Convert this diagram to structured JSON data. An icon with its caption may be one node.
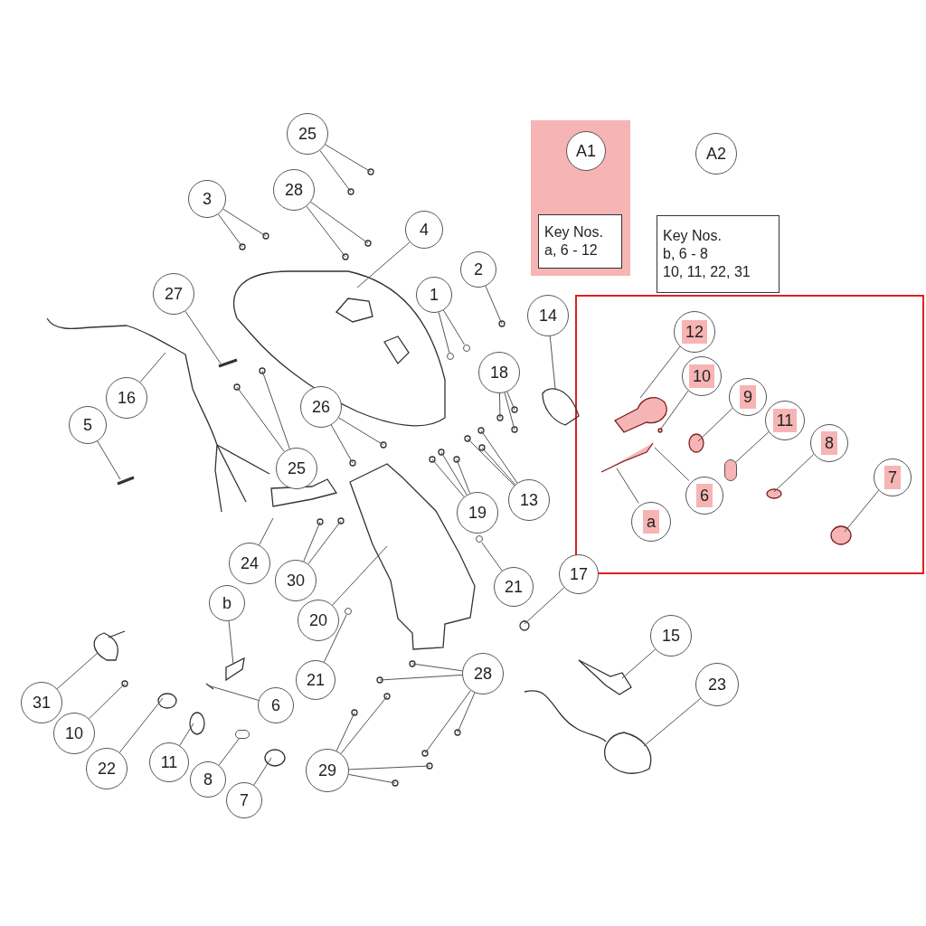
{
  "diagram": {
    "nodes": [
      {
        "text": [],
        "shape": "box"
      },
      {
        "text": [
          "A1"
        ],
        "in": 0
      },
      {
        "text": [
          "Key Nos.",
          "a, 6 - 12"
        ],
        "in": 0
      },
      {
        "text": [
          "A2"
        ]
      },
      {
        "text": [
          "Key Nos.",
          "b, 6 - 8",
          "10, 11, 22, 31"
        ]
      },
      {
        "text": [],
        "shape": "box"
      },
      {
        "text": [
          "12"
        ],
        "in": 5
      },
      {
        "text": [
          "10"
        ],
        "in": 5
      },
      {
        "text": [
          "9"
        ],
        "in": 5
      },
      {
        "text": [
          "11"
        ],
        "in": 5
      },
      {
        "text": [
          "8"
        ],
        "in": 5
      },
      {
        "text": [
          "7"
        ],
        "in": 5
      },
      {
        "text": [
          "6"
        ],
        "in": 5
      },
      {
        "text": [
          "a"
        ],
        "in": 5
      },
      {
        "text": [
          "25"
        ]
      },
      {
        "text": [
          "3"
        ]
      },
      {
        "text": [
          "28"
        ]
      },
      {
        "text": [
          "4"
        ]
      },
      {
        "text": [
          "27"
        ]
      },
      {
        "text": [
          "1"
        ]
      },
      {
        "text": [
          "2"
        ]
      },
      {
        "text": [
          "14"
        ]
      },
      {
        "text": [
          "16"
        ]
      },
      {
        "text": [
          "5"
        ]
      },
      {
        "text": [
          "18"
        ]
      },
      {
        "text": [
          "26"
        ]
      },
      {
        "text": [
          "25"
        ]
      },
      {
        "text": [
          "19"
        ]
      },
      {
        "text": [
          "13"
        ]
      },
      {
        "text": [
          "24"
        ]
      },
      {
        "text": [
          "30"
        ]
      },
      {
        "text": [
          "20"
        ]
      },
      {
        "text": [
          "21"
        ]
      },
      {
        "text": [
          "17"
        ]
      },
      {
        "text": [
          "b"
        ]
      },
      {
        "text": [
          "31"
        ]
      },
      {
        "text": [
          "10"
        ]
      },
      {
        "text": [
          "22"
        ]
      },
      {
        "text": [
          "11"
        ]
      },
      {
        "text": [
          "6"
        ]
      },
      {
        "text": [
          "21"
        ]
      },
      {
        "text": [
          "8"
        ]
      },
      {
        "text": [
          "7"
        ]
      },
      {
        "text": [
          "28"
        ]
      },
      {
        "text": [
          "29"
        ]
      },
      {
        "text": [
          "15"
        ]
      },
      {
        "text": [
          "23"
        ]
      },
      {
        "text": [],
        "shape": "circle",
        "in": 5
      },
      {
        "text": [],
        "shape": "circle"
      },
      {
        "text": [],
        "shape": "circle"
      },
      {
        "text": [],
        "shape": "circle"
      },
      {
        "text": [],
        "shape": "circle"
      },
      {
        "text": [],
        "shape": "circle"
      }
    ],
    "edges": [
      {
        "from": 6,
        "to": null,
        "arrow": "none"
      },
      {
        "from": 7,
        "to": null,
        "arrow": "none"
      },
      {
        "from": 8,
        "to": null,
        "arrow": "none"
      },
      {
        "from": 9,
        "to": 47,
        "arrow": "none"
      },
      {
        "from": 10,
        "to": null,
        "arrow": "none"
      },
      {
        "from": 11,
        "to": null,
        "arrow": "none"
      },
      {
        "from": 12,
        "to": null,
        "arrow": "none"
      },
      {
        "from": 13,
        "to": null,
        "arrow": "none"
      },
      {
        "from": 14,
        "to": null,
        "arrow": "none"
      },
      {
        "from": 14,
        "to": null,
        "arrow": "none"
      },
      {
        "from": 15,
        "to": null,
        "arrow": "none"
      },
      {
        "from": 15,
        "to": null,
        "arrow": "none"
      },
      {
        "from": 16,
        "to": null,
        "arrow": "none"
      },
      {
        "from": 16,
        "to": null,
        "arrow": "none"
      },
      {
        "from": 17,
        "to": null,
        "arrow": "none"
      },
      {
        "from": 18,
        "to": null,
        "arrow": "none"
      },
      {
        "from": 19,
        "to": 52,
        "arrow": "none"
      },
      {
        "from": 19,
        "to": 48,
        "arrow": "none"
      },
      {
        "from": 20,
        "to": null,
        "arrow": "none"
      },
      {
        "from": 21,
        "to": null,
        "arrow": "none"
      },
      {
        "from": 22,
        "to": null,
        "arrow": "none"
      },
      {
        "from": 23,
        "to": null,
        "arrow": "none"
      },
      {
        "from": 24,
        "to": null,
        "arrow": "none"
      },
      {
        "from": 24,
        "to": null,
        "arrow": "none"
      },
      {
        "from": 24,
        "to": null,
        "arrow": "none"
      },
      {
        "from": 25,
        "to": null,
        "arrow": "none"
      },
      {
        "from": 25,
        "to": null,
        "arrow": "none"
      },
      {
        "from": 26,
        "to": null,
        "arrow": "none"
      },
      {
        "from": 26,
        "to": null,
        "arrow": "none"
      },
      {
        "from": 27,
        "to": null,
        "arrow": "none"
      },
      {
        "from": 27,
        "to": null,
        "arrow": "none"
      },
      {
        "from": 27,
        "to": null,
        "arrow": "none"
      },
      {
        "from": 28,
        "to": null,
        "arrow": "none"
      },
      {
        "from": 28,
        "to": null,
        "arrow": "none"
      },
      {
        "from": 28,
        "to": null,
        "arrow": "none"
      },
      {
        "from": 29,
        "to": null,
        "arrow": "none"
      },
      {
        "from": 30,
        "to": null,
        "arrow": "none"
      },
      {
        "from": 30,
        "to": null,
        "arrow": "none"
      },
      {
        "from": 31,
        "to": null,
        "arrow": "none"
      },
      {
        "from": 32,
        "to": 49,
        "arrow": "none"
      },
      {
        "from": 33,
        "to": null,
        "arrow": "none"
      },
      {
        "from": 34,
        "to": null,
        "arrow": "none"
      },
      {
        "from": 35,
        "to": null,
        "arrow": "none"
      },
      {
        "from": 36,
        "to": null,
        "arrow": "none"
      },
      {
        "from": 37,
        "to": null,
        "arrow": "none"
      },
      {
        "from": 38,
        "to": null,
        "arrow": "none"
      },
      {
        "from": 39,
        "to": null,
        "arrow": "none"
      },
      {
        "from": 40,
        "to": 50,
        "arrow": "none"
      },
      {
        "from": 41,
        "to": 51,
        "arrow": "none"
      },
      {
        "from": 42,
        "to": null,
        "arrow": "none"
      },
      {
        "from": 43,
        "to": null,
        "arrow": "none"
      },
      {
        "from": 43,
        "to": null,
        "arrow": "none"
      },
      {
        "from": 43,
        "to": null,
        "arrow": "none"
      },
      {
        "from": 43,
        "to": null,
        "arrow": "none"
      },
      {
        "from": 44,
        "to": null,
        "arrow": "none"
      },
      {
        "from": 44,
        "to": null,
        "arrow": "none"
      },
      {
        "from": 44,
        "to": null,
        "arrow": "none"
      },
      {
        "from": 44,
        "to": null,
        "arrow": "none"
      },
      {
        "from": 45,
        "to": null,
        "arrow": "none"
      },
      {
        "from": 46,
        "to": null,
        "arrow": "none"
      }
    ]
  }
}
